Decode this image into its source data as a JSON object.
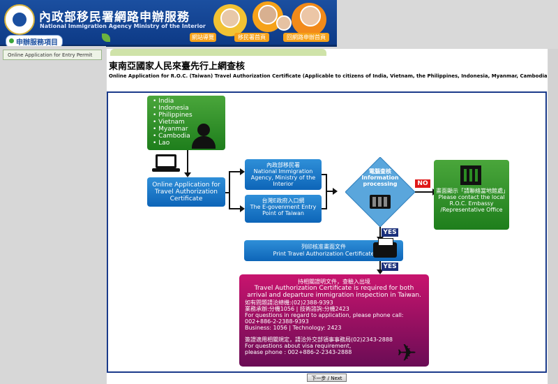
{
  "header": {
    "title": "內政部移民署網路申辦服務",
    "subtitle": "National Immigration Agency Ministry of the Interior",
    "nav": [
      "網站導覽",
      "移民署首頁",
      "回網路申辦首頁"
    ]
  },
  "tab": {
    "label": "申辦服務項目"
  },
  "sidebar": {
    "items": [
      {
        "label": "Online Application for Entry Permit"
      }
    ]
  },
  "page": {
    "heading": "東南亞國家人民來臺先行上網查核",
    "subheading": "Online Application for R.O.C. (Taiwan) Travel Authorization Certificate (Applicable to citizens of India, Vietnam, the Philippines, Indonesia, Myanmar, Cambodia and Lao)"
  },
  "flow": {
    "countries": [
      "India",
      "Indonesia",
      "Philippines",
      "Vietnam",
      "Myanmar",
      "Cambodia",
      "Lao"
    ],
    "online_app": "Online Application for Travel Authorization Certificate",
    "nia_zh": "內政部移民署",
    "nia_en": "National Immigration Agency, Ministry of the Interior",
    "egov_zh": "台灣E政府入口網",
    "egov_en": "The E-govenment Entry Point of Taiwan",
    "process_zh": "電腦查核",
    "process_en": "Information processing",
    "no_label": "NO",
    "yes_label": "YES",
    "contact_zh": "畫面顯示「請聯絡當地館處」",
    "contact_en": "Please contact the local R.O.C. Embassy /Representative Office",
    "print_zh": "列印核准畫面文件",
    "print_en": "Print Travel Authorization Certificate",
    "final_zh": "持相關證明文件，查驗入出境",
    "final_en": "Travel Authorization Certificate is required for both arrival and departure immigration inspection in Taiwan.",
    "final_phone_zh": "如有問題請洽總機:(02)2388-9393",
    "final_ext_zh": "業務承辦:分機1056 | 技術諮詢:分機2423",
    "final_q1": "For questions in regard to application, please phone call:",
    "final_phone": "002+886-2-2388-9393",
    "final_ext": "Business: 1056 | Technology: 2423",
    "final_visa_zh": "簽證適用相關規定，請洽外交部領事事務局(02)2343-2888",
    "final_q2": "For questions about visa requirement,",
    "final_visa_phone": "please phone : 002+886-2-2343-2888"
  },
  "footer": {
    "next_label": "下一步 / Next"
  },
  "colors": {
    "brand_blue": "#1b4fa0",
    "flow_green": "#2b8c23",
    "flow_blue": "#1a78c8",
    "decision_blue": "#5aa6dc",
    "final_magenta": "#a0105a",
    "no_red": "#e01818",
    "yes_navy": "#1a2f7a"
  }
}
